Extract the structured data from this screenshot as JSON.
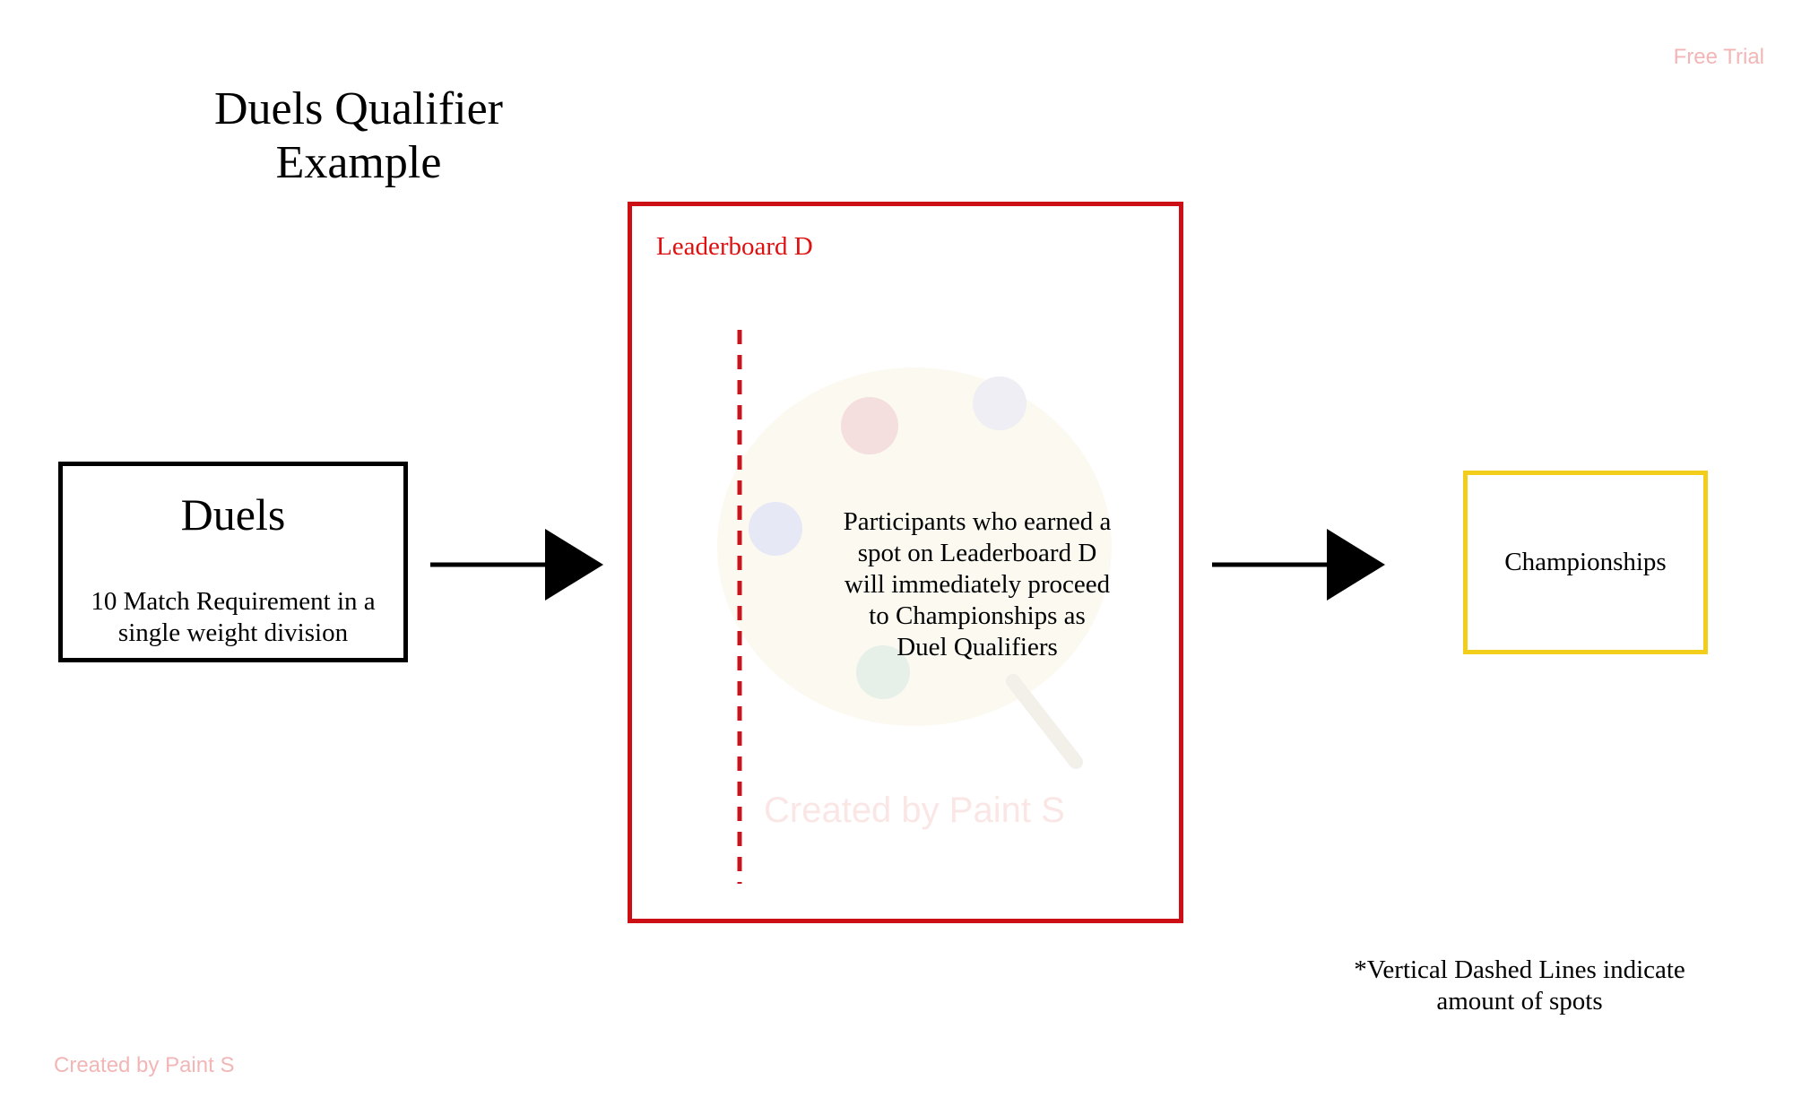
{
  "header": {
    "title_line1": "Duels Qualifier",
    "title_line2": "Example",
    "free_trial": "Free Trial"
  },
  "nodes": {
    "duels": {
      "title": "Duels",
      "line1": "10 Match Requirement in a",
      "line2": "single weight division",
      "border_color": "#000000"
    },
    "leaderboard": {
      "label": "Leaderboard D",
      "line1": "Participants who earned a",
      "line2": "spot on Leaderboard D",
      "line3": "will immediately proceed",
      "line4": "to Championships as",
      "line5": "Duel Qualifiers",
      "border_color": "#cc0f14",
      "dashed_line_color": "#c8141c"
    },
    "championships": {
      "label": "Championships",
      "border_color": "#f3cd1c"
    }
  },
  "footnote": {
    "line1": "*Vertical Dashed Lines indicate",
    "line2": "amount of spots"
  },
  "watermarks": {
    "bottom_left": "Created by Paint S",
    "center": "Created by Paint S"
  }
}
